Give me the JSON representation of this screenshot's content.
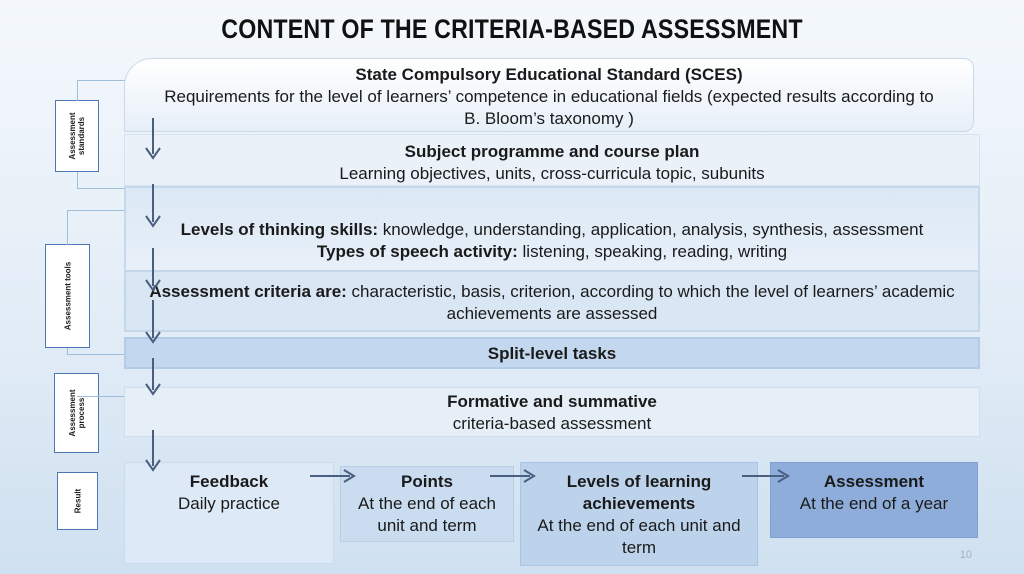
{
  "title": "CONTENT OF THE CRITERIA-BASED ASSESSMENT",
  "side_labels": {
    "standards": "Assessment standards",
    "tools": "Assessment tools",
    "process": "Assessment process",
    "result": "Result"
  },
  "sces": {
    "heading": "State Compulsory Educational Standard (SCES)",
    "line1": "Requirements for the level of learners’ competence in educational fields (expected results according to",
    "line2": "B. Bloom’s taxonomy )"
  },
  "subject": {
    "heading": "Subject programme and course plan",
    "text": "Learning objectives, units, cross-curricula topic, subunits"
  },
  "levels": {
    "thinking_label": "Levels of thinking skills:",
    "thinking_text": " knowledge, understanding, application, analysis, synthesis, assessment",
    "speech_label": "Types of speech activity:",
    "speech_text": " listening, speaking, reading, writing"
  },
  "criteria": {
    "label": "Assessment criteria are:",
    "line1": " characteristic, basis, criterion, according to which the level of learners’ academic",
    "line2": "achievements are assessed"
  },
  "split": {
    "label": "Split-level tasks"
  },
  "formative": {
    "heading": "Formative and summative",
    "text": "criteria-based assessment"
  },
  "results": {
    "feedback": {
      "heading": "Feedback",
      "text": "Daily practice"
    },
    "points": {
      "heading": "Points",
      "line1": "At the end of each",
      "line2": "unit and term"
    },
    "levels": {
      "heading1": "Levels of learning",
      "heading2": "achievements",
      "line1": "At the end of each unit and",
      "line2": "term"
    },
    "assessment": {
      "heading": "Assessment",
      "text": "At the end of a year"
    }
  },
  "page_number": "10",
  "colors": {
    "arrow": "#4a5f7e",
    "label_border": "#4a78b4",
    "assessment_box": "#8eadda"
  }
}
